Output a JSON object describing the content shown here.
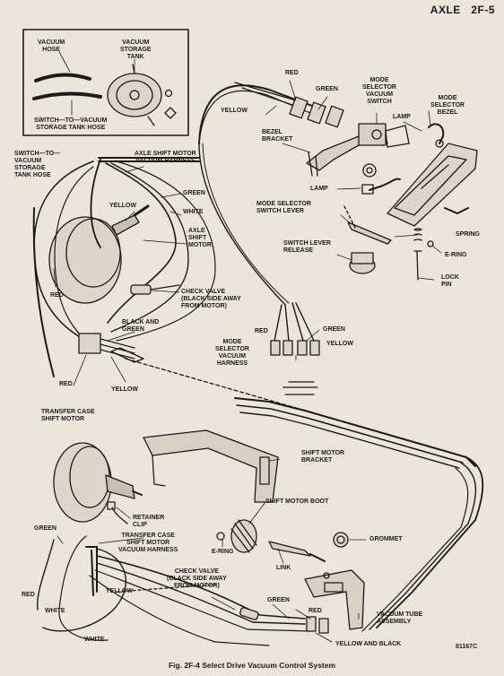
{
  "header": {
    "section": "AXLE",
    "page": "2F-5"
  },
  "caption": "Fig. 2F-4   Select Drive Vacuum Control System",
  "figure_code": "81167C",
  "labels": {
    "vacuum_hose": "VACUUM\nHOSE",
    "vacuum_storage_tank": "VACUUM\nSTORAGE\nTANK",
    "switch_to_tank_hose_inset": "SWITCH—TO—VACUUM\nSTORAGE TANK HOSE",
    "switch_to_tank_hose": "SWITCH—TO—\nVACUUM\nSTORAGE\nTANK HOSE",
    "axle_shift_motor_vacuum_harness": "AXLE SHIFT MOTOR\nVACUUM HARNESS",
    "green_1": "GREEN",
    "yellow_1": "YELLOW",
    "white_1": "WHITE",
    "axle_shift_motor": "AXLE\nSHIFT\nMOTOR",
    "red_1": "RED",
    "check_valve_1": "CHECK VALVE\n(BLACK SIDE AWAY\nFROM MOTOR)",
    "black_and_green": "BLACK AND\nGREEN",
    "red_2": "RED",
    "yellow_2": "YELLOW",
    "red_top": "RED",
    "green_top": "GREEN",
    "yellow_top": "YELLOW",
    "mode_selector_vacuum_switch": "MODE\nSELECTOR\nVACUUM\nSWITCH",
    "mode_selector_bezel": "MODE\nSELECTOR\nBEZEL",
    "lamp_1": "LAMP",
    "bezel_bracket": "BEZEL\nBRACKET",
    "lamp_2": "LAMP",
    "mode_selector_switch_lever": "MODE SELECTOR\nSWITCH LEVER",
    "spring": "SPRING",
    "switch_lever_release": "SWITCH LEVER\nRELEASE",
    "e_ring_1": "E-RING",
    "lock_pin": "LOCK\nPIN",
    "red_3": "RED",
    "green_3": "GREEN",
    "yellow_3": "YELLOW",
    "mode_selector_vacuum_harness": "MODE\nSELECTOR\nVACUUM\nHARNESS",
    "transfer_case_shift_motor": "TRANSFER CASE\nSHIFT MOTOR",
    "shift_motor_bracket": "SHIFT MOTOR\nBRACKET",
    "shift_motor_boot": "SHIFT MOTOR BOOT",
    "retainer_clip": "RETAINER\nCLIP",
    "green_4": "GREEN",
    "transfer_case_vacuum_harness": "TRANSFER CASE\nSHIFT MOTOR\nVACUUM HARNESS",
    "e_ring_2": "E-RING",
    "grommet": "GROMMET",
    "link": "LINK",
    "check_valve_2": "CHECK VALVE\n(BLACK SIDE AWAY\nFROM MOTOR)",
    "red_4": "RED",
    "yellow_4": "YELLOW",
    "white_4": "WHITE",
    "green_5": "GREEN",
    "red_5": "RED",
    "white_5": "WHITE",
    "vacuum_tube_assembly": "VACUUM TUBE\nASSEMBLY",
    "yellow_and_black": "YELLOW AND BLACK"
  }
}
